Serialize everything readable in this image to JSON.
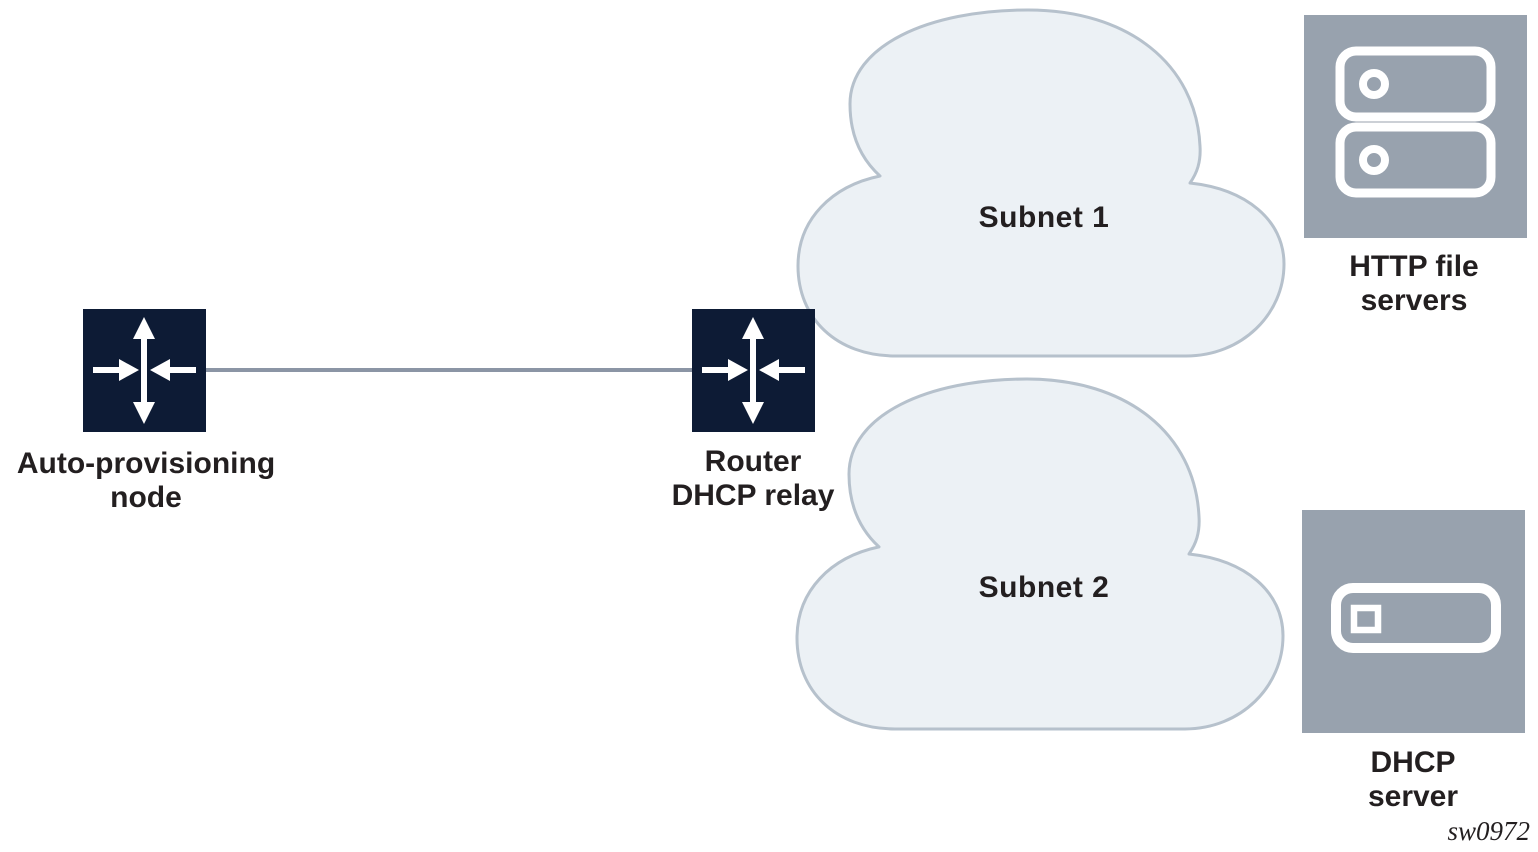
{
  "diagram": {
    "auto_provisioning_node": {
      "label_line1": "Auto-provisioning",
      "label_line2": "node"
    },
    "router": {
      "label_line1": "Router",
      "label_line2": "DHCP relay"
    },
    "subnet1": {
      "label": "Subnet 1"
    },
    "subnet2": {
      "label": "Subnet 2"
    },
    "http_file_servers": {
      "label_line1": "HTTP file",
      "label_line2": "servers"
    },
    "dhcp_server": {
      "label_line1": "DHCP",
      "label_line2": "server"
    },
    "figure_id": "sw0972"
  },
  "colors": {
    "node_fill": "#0d1b35",
    "server_fill": "#98a2ae",
    "cloud_fill": "#ecf1f5",
    "cloud_stroke": "#b6c1cc",
    "connector": "#8b95a5",
    "text": "#231f20",
    "icon_stroke": "#ffffff",
    "background": "#ffffff"
  }
}
